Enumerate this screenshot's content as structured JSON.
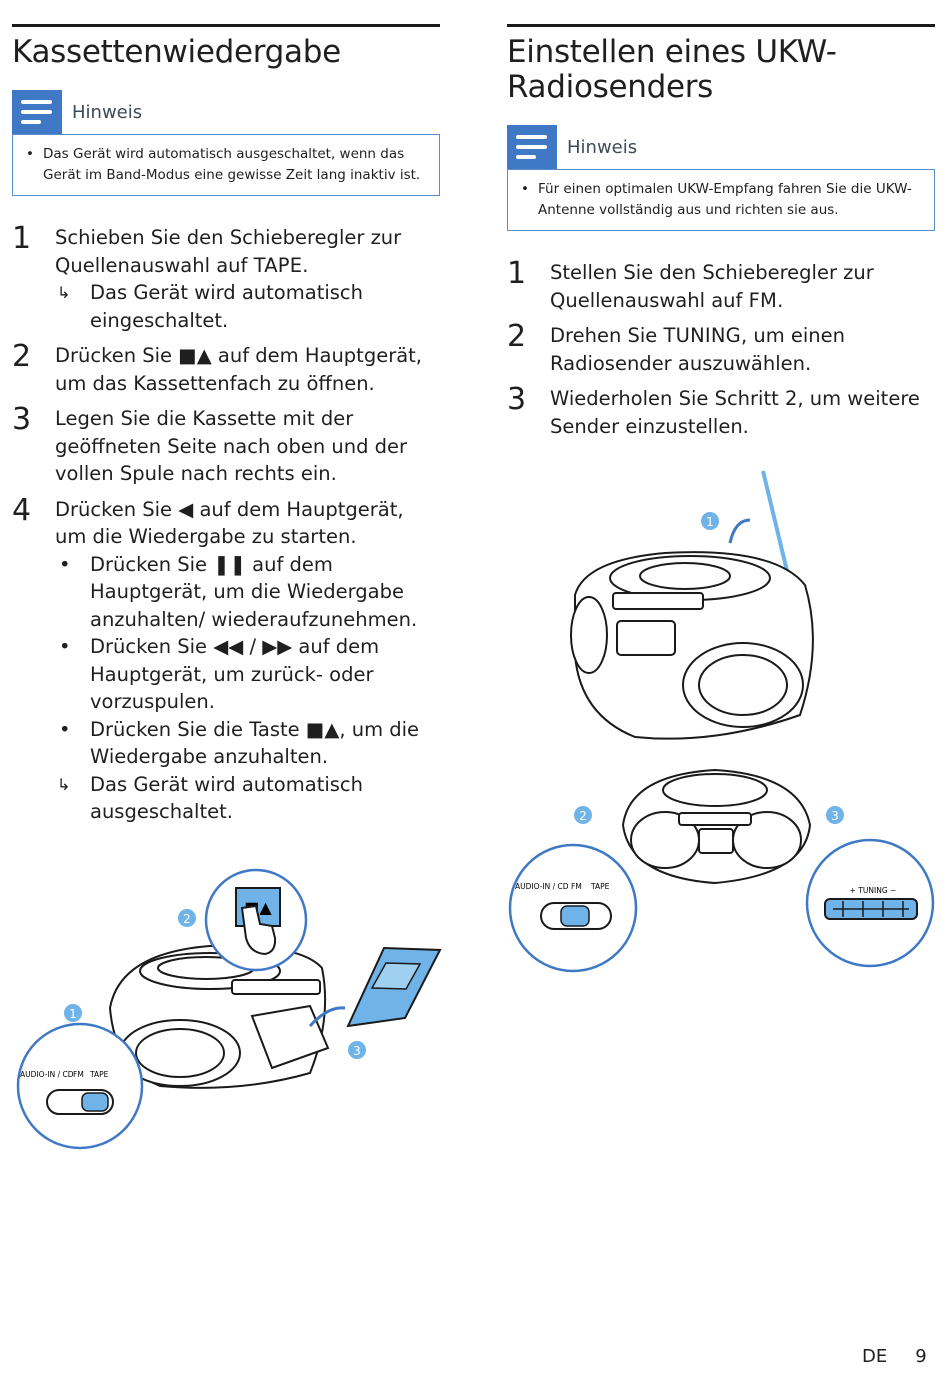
{
  "left": {
    "title": "Kassettenwiedergabe",
    "note_label": "Hinweis",
    "note_text": "Das Gerät wird automatisch ausgeschaltet, wenn das Gerät im Band-Modus eine gewisse Zeit lang inaktiv ist.",
    "steps": [
      {
        "num": "1",
        "pre": "Schieben Sie den Schieberegler zur Quellenauswahl auf ",
        "bold": "TAPE",
        "post": ".",
        "result": "Das Gerät wird automatisch eingeschaltet."
      },
      {
        "num": "2",
        "pre": "Drücken Sie ",
        "sym": "■▲",
        "post": " auf dem Hauptgerät, um das Kassettenfach zu öffnen."
      },
      {
        "num": "3",
        "text": "Legen Sie die Kassette mit der geöffneten Seite nach oben und der vollen Spule nach rechts ein."
      },
      {
        "num": "4",
        "pre": "Drücken Sie ",
        "sym": "◀",
        "post": " auf dem Hauptgerät, um die Wiedergabe zu starten.",
        "bullets": [
          {
            "pre": "Drücken Sie ",
            "sym": "❚❚",
            "post": " auf dem Hauptgerät, um die Wiedergabe anzuhalten/ wiederaufzunehmen."
          },
          {
            "pre": "Drücken Sie ",
            "sym": "◀◀ / ▶▶",
            "post": " auf dem Hauptgerät, um zurück- oder vorzuspulen."
          },
          {
            "pre": "Drücken Sie die Taste ",
            "sym": "■▲",
            "post": ", um die Wiedergabe anzuhalten."
          }
        ],
        "result": "Das Gerät wird automatisch ausgeschaltet."
      }
    ],
    "switch_labels": {
      "a": "AUDIO-IN / CD",
      "b": "FM",
      "c": "TAPE"
    }
  },
  "right": {
    "title_line1": "Einstellen eines UKW-",
    "title_line2": "Radiosenders",
    "note_label": "Hinweis",
    "note_text": "Für einen optimalen UKW-Empfang fahren Sie die UKW-Antenne vollständig aus und richten sie aus.",
    "steps": [
      {
        "num": "1",
        "pre": "Stellen Sie den Schieberegler zur Quellenauswahl auf ",
        "bold": "FM",
        "post": "."
      },
      {
        "num": "2",
        "pre": "Drehen Sie ",
        "bold": "TUNING",
        "post": ", um einen Radiosender auszuwählen."
      },
      {
        "num": "3",
        "text": "Wiederholen Sie Schritt 2, um weitere Sender einzustellen."
      }
    ],
    "switch_labels": {
      "a": "AUDIO-IN / CD",
      "b": "FM",
      "c": "TAPE"
    },
    "tuning_label": "+ TUNING −"
  },
  "callouts": [
    "1",
    "2",
    "3"
  ],
  "footer": {
    "lang": "DE",
    "page": "9"
  },
  "colors": {
    "accent": "#3f78c4",
    "light_blue": "#6fb3e8",
    "text": "#1f1f1f"
  }
}
